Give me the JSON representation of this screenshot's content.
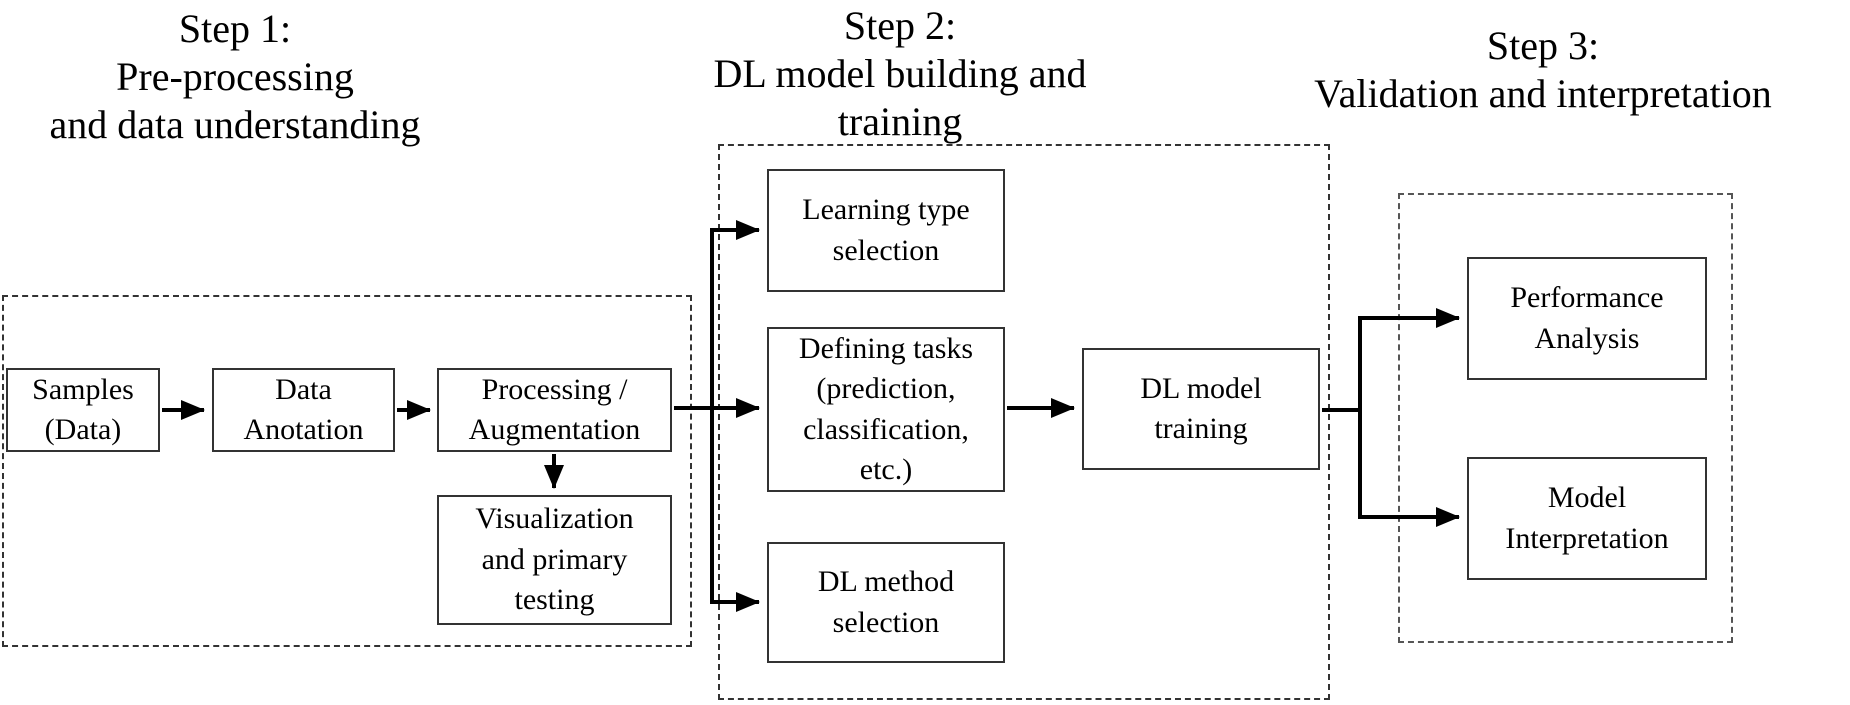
{
  "steps": {
    "step1": {
      "title": "Step 1:\nPre-processing\nand data understanding",
      "nodes": {
        "samples": "Samples\n(Data)",
        "data_annotation": "Data\nAnotation",
        "processing": "Processing /\nAugmentation",
        "visualization": "Visualization\nand primary\ntesting"
      }
    },
    "step2": {
      "title": "Step 2:\nDL model building and\ntraining",
      "nodes": {
        "learning_type": "Learning type\nselection",
        "defining_tasks": "Defining tasks\n(prediction,\nclassification,\netc.)",
        "dl_method": "DL method\nselection",
        "dl_training": "DL model\ntraining"
      }
    },
    "step3": {
      "title": "Step 3:\nValidation and interpretation",
      "nodes": {
        "performance": "Performance\nAnalysis",
        "interpretation": "Model\nInterpretation"
      }
    }
  },
  "colors": {
    "background": "#ffffff",
    "arrow": "#000000",
    "box_border": "#333333",
    "dashed_border": "#333333",
    "text": "#000000"
  }
}
